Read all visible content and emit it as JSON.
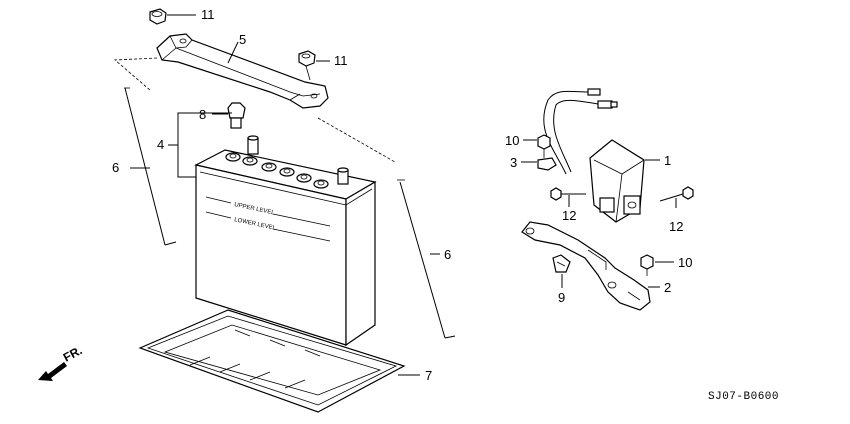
{
  "diagram": {
    "direction_label": "FR.",
    "diagram_code": "SJ07-B0600",
    "battery_labels": {
      "upper": "UPPER LEVEL",
      "lower": "LOWER LEVEL"
    },
    "callouts": [
      {
        "id": "11a",
        "text": "11"
      },
      {
        "id": "5",
        "text": "5"
      },
      {
        "id": "11b",
        "text": "11"
      },
      {
        "id": "8",
        "text": "8"
      },
      {
        "id": "4",
        "text": "4"
      },
      {
        "id": "6a",
        "text": "6"
      },
      {
        "id": "6b",
        "text": "6"
      },
      {
        "id": "7",
        "text": "7"
      },
      {
        "id": "10a",
        "text": "10"
      },
      {
        "id": "3",
        "text": "3"
      },
      {
        "id": "1",
        "text": "1"
      },
      {
        "id": "12a",
        "text": "12"
      },
      {
        "id": "12b",
        "text": "12"
      },
      {
        "id": "10b",
        "text": "10"
      },
      {
        "id": "2",
        "text": "2"
      },
      {
        "id": "9",
        "text": "9"
      }
    ]
  }
}
